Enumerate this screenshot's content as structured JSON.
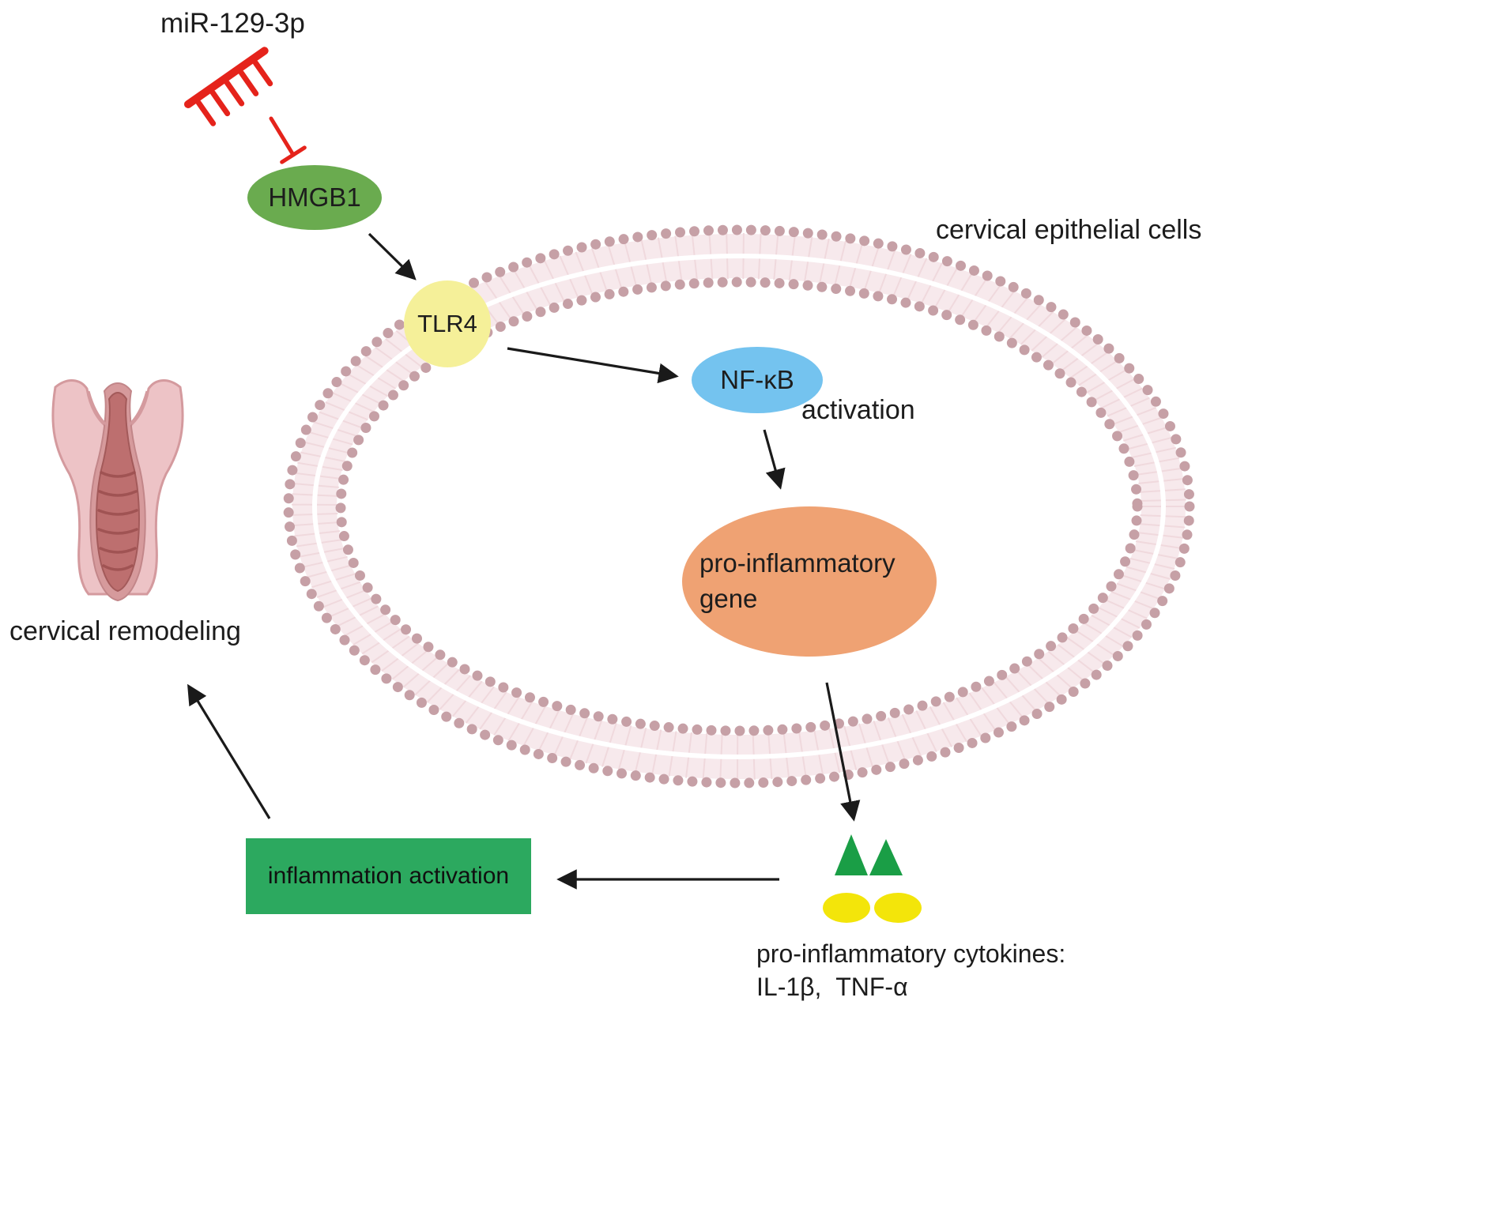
{
  "diagram": {
    "labels": {
      "mirna": "miR-129-3p",
      "hmgb1": "HMGB1",
      "tlr4": "TLR4",
      "cell": "cervical epithelial cells",
      "nfkb": "NF-κB",
      "activation": "activation",
      "gene_line1": "pro-inflammatory",
      "gene_line2": "gene",
      "cytokines_line1": "pro-inflammatory cytokines:",
      "cytokines_line2": "IL-1β,  TNF-α",
      "inflammation": "inflammation activation",
      "remodeling": "cervical remodeling"
    },
    "colors": {
      "hmgb1_fill": "#6aab4f",
      "tlr4_fill": "#f5f099",
      "nfkb_fill": "#74c3ef",
      "gene_fill": "#efa273",
      "inflammation_fill": "#2ca95f",
      "membrane_dot": "#c6a0a6",
      "membrane_band": "#f7e9ec",
      "inhibitor_red": "#e5231b",
      "cytokine_triangle": "#1a9e46",
      "cytokine_oval": "#f3e50a",
      "arrow": "#1a1a1a"
    },
    "relations": [
      {
        "from": "miR-129-3p",
        "to": "HMGB1",
        "type": "inhibition"
      },
      {
        "from": "HMGB1",
        "to": "TLR4",
        "type": "activation"
      },
      {
        "from": "TLR4",
        "to": "NF-κB",
        "type": "activation"
      },
      {
        "from": "NF-κB",
        "to": "pro-inflammatory gene",
        "type": "activation"
      },
      {
        "from": "pro-inflammatory gene",
        "to": "pro-inflammatory cytokines",
        "type": "secretion"
      },
      {
        "from": "pro-inflammatory cytokines",
        "to": "inflammation activation",
        "type": "activation"
      },
      {
        "from": "inflammation activation",
        "to": "cervical remodeling",
        "type": "activation"
      }
    ]
  }
}
